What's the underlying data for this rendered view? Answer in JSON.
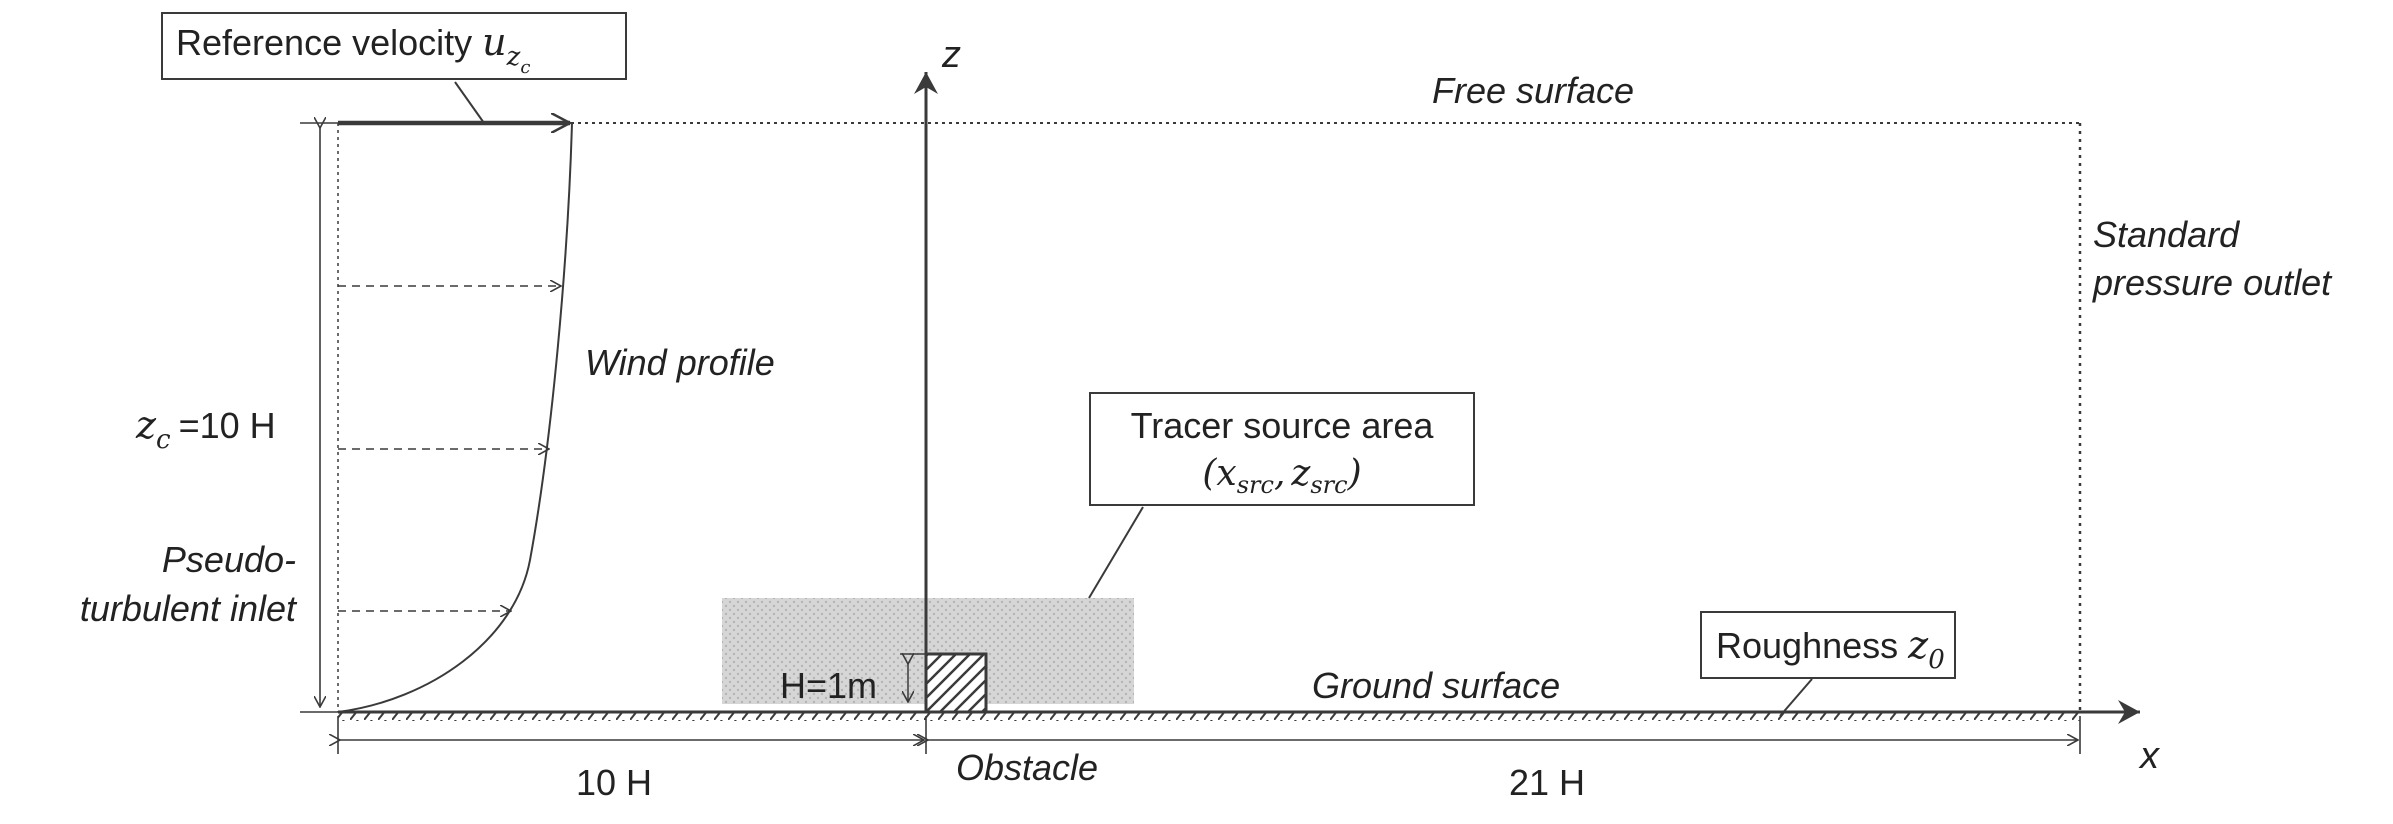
{
  "labels": {
    "reference_velocity": "Reference velocity",
    "reference_velocity_symbol": "u",
    "reference_velocity_sub": "z",
    "reference_velocity_subsub": "c",
    "z_axis": "z",
    "x_axis": "x",
    "free_surface": "Free surface",
    "outlet_line1": "Standard",
    "outlet_line2": "pressure outlet",
    "wind_profile": "Wind profile",
    "zc_symbol": "z",
    "zc_sub": "c",
    "zc_value": "=10 H",
    "inlet_line1": "Pseudo-",
    "inlet_line2": "turbulent inlet",
    "tracer_line1": "Tracer source area",
    "tracer_line2": "(x_src, z_src)",
    "tracer_open": "(",
    "tracer_x": "x",
    "tracer_x_sub": "src",
    "tracer_comma": ",",
    "tracer_z": "z",
    "tracer_z_sub": "src",
    "tracer_close": ")",
    "obstacle_height": "H=1m",
    "ground_surface": "Ground surface",
    "roughness": "Roughness",
    "roughness_symbol": "z",
    "roughness_sub": "0",
    "obstacle": "Obstacle",
    "dist_left": "10 H",
    "dist_right": "21 H"
  },
  "colors": {
    "line": "#3a3a3a",
    "text": "#222222",
    "tracer_fill": "#d4d4d4"
  }
}
